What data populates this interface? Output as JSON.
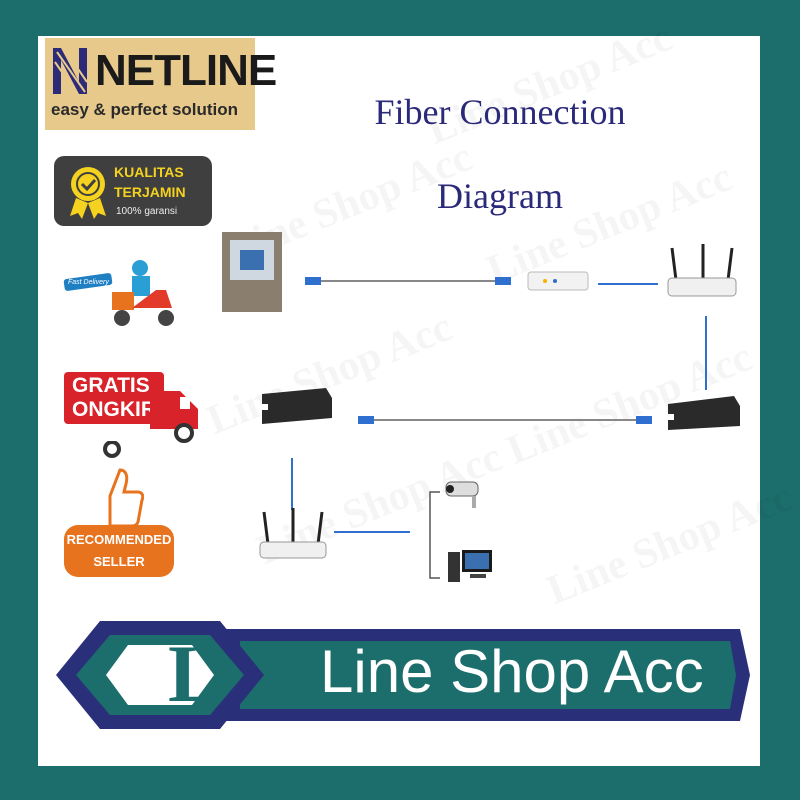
{
  "brand": {
    "name": "NETLINE",
    "tagline": "easy & perfect solution"
  },
  "title_lines": [
    "Fiber Connection",
    "Diagram"
  ],
  "badges": {
    "quality": {
      "line1": "KUALITAS",
      "line2": "TERJAMIN",
      "line3": "100% garansi"
    },
    "delivery": "Fast Delivery",
    "shipping": {
      "line1": "GRATIS",
      "line2": "ONGKIR"
    },
    "recommended": {
      "line1": "RECOMMENDED",
      "line2": "SELLER"
    }
  },
  "watermark": "Line Shop Acc",
  "banner": {
    "initial": "L",
    "shop_name": "Line Shop Acc"
  },
  "colors": {
    "frame": "#1c6e6c",
    "banner_navy": "#2a2f7a",
    "cable": "#2f6fd0",
    "title": "#2b2a7a"
  }
}
